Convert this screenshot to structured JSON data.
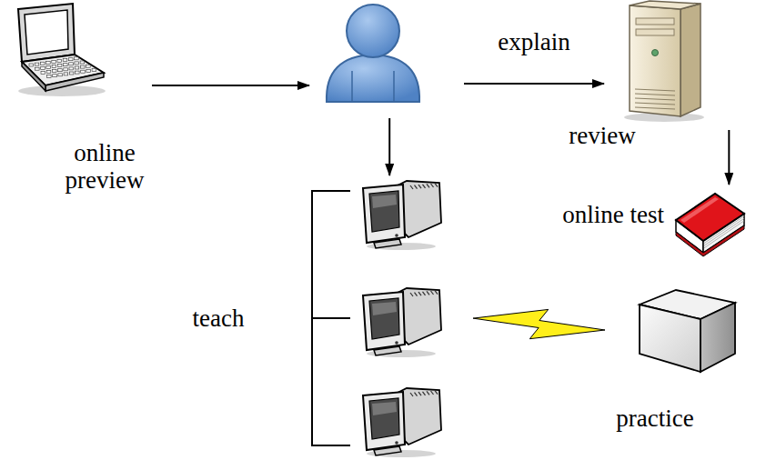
{
  "diagram": {
    "nodes": [
      {
        "text": [
          "online preview"
        ]
      },
      {
        "text": []
      },
      {
        "text": [
          "review"
        ]
      },
      {
        "text": [
          "teach"
        ]
      },
      {
        "text": [
          "online test"
        ]
      },
      {
        "text": [
          "practice"
        ]
      }
    ],
    "edges": [
      {
        "from": 0,
        "to": 1,
        "arrow": "to"
      },
      {
        "from": 1,
        "to": 2,
        "label": "explain",
        "arrow": "to"
      },
      {
        "from": 1,
        "to": 3,
        "arrow": "to"
      },
      {
        "from": 2,
        "to": 4,
        "arrow": "to"
      },
      {
        "from": 3,
        "to": 5,
        "arrow": "none"
      }
    ]
  }
}
